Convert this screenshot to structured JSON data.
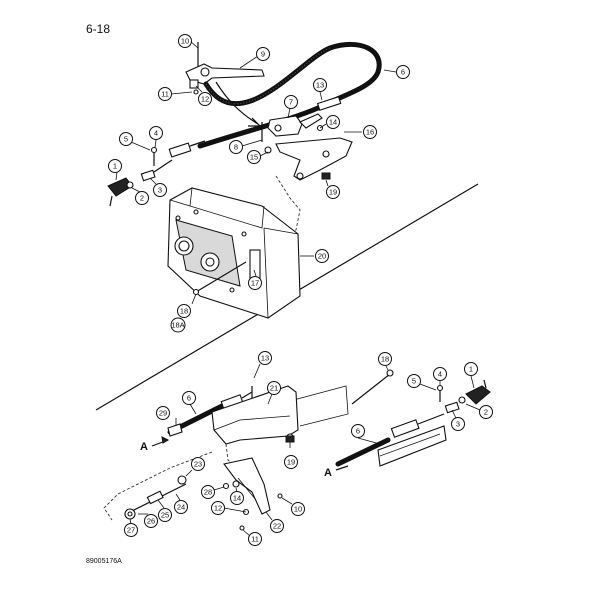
{
  "page": {
    "number": "6-18",
    "drawing_number": "89005176A"
  },
  "arrow_labels": {
    "a1": "A",
    "a2": "A"
  },
  "callouts": {
    "c1a": "1",
    "c2a": "2",
    "c3a": "3",
    "c4a": "4",
    "c5a": "5",
    "c6a": "6",
    "c7": "7",
    "c8": "8",
    "c9": "9",
    "c10a": "10",
    "c11a": "11",
    "c12a": "12",
    "c13a": "13",
    "c14a": "14",
    "c15": "15",
    "c16": "16",
    "c17": "17",
    "c18a": "18",
    "c18b": "18A",
    "c19a": "19",
    "c20": "20",
    "c13b": "13",
    "c18c": "18",
    "c5b": "5",
    "c4b": "4",
    "c1b": "1",
    "c2b": "2",
    "c3b": "3",
    "c21": "21",
    "c29": "29",
    "c6b": "6",
    "c6c": "6",
    "c19b": "19",
    "c23": "23",
    "c28": "28",
    "c14b": "14",
    "c24": "24",
    "c25": "25",
    "c26": "26",
    "c27": "27",
    "c12b": "12",
    "c10b": "10",
    "c22": "22",
    "c11b": "11"
  }
}
